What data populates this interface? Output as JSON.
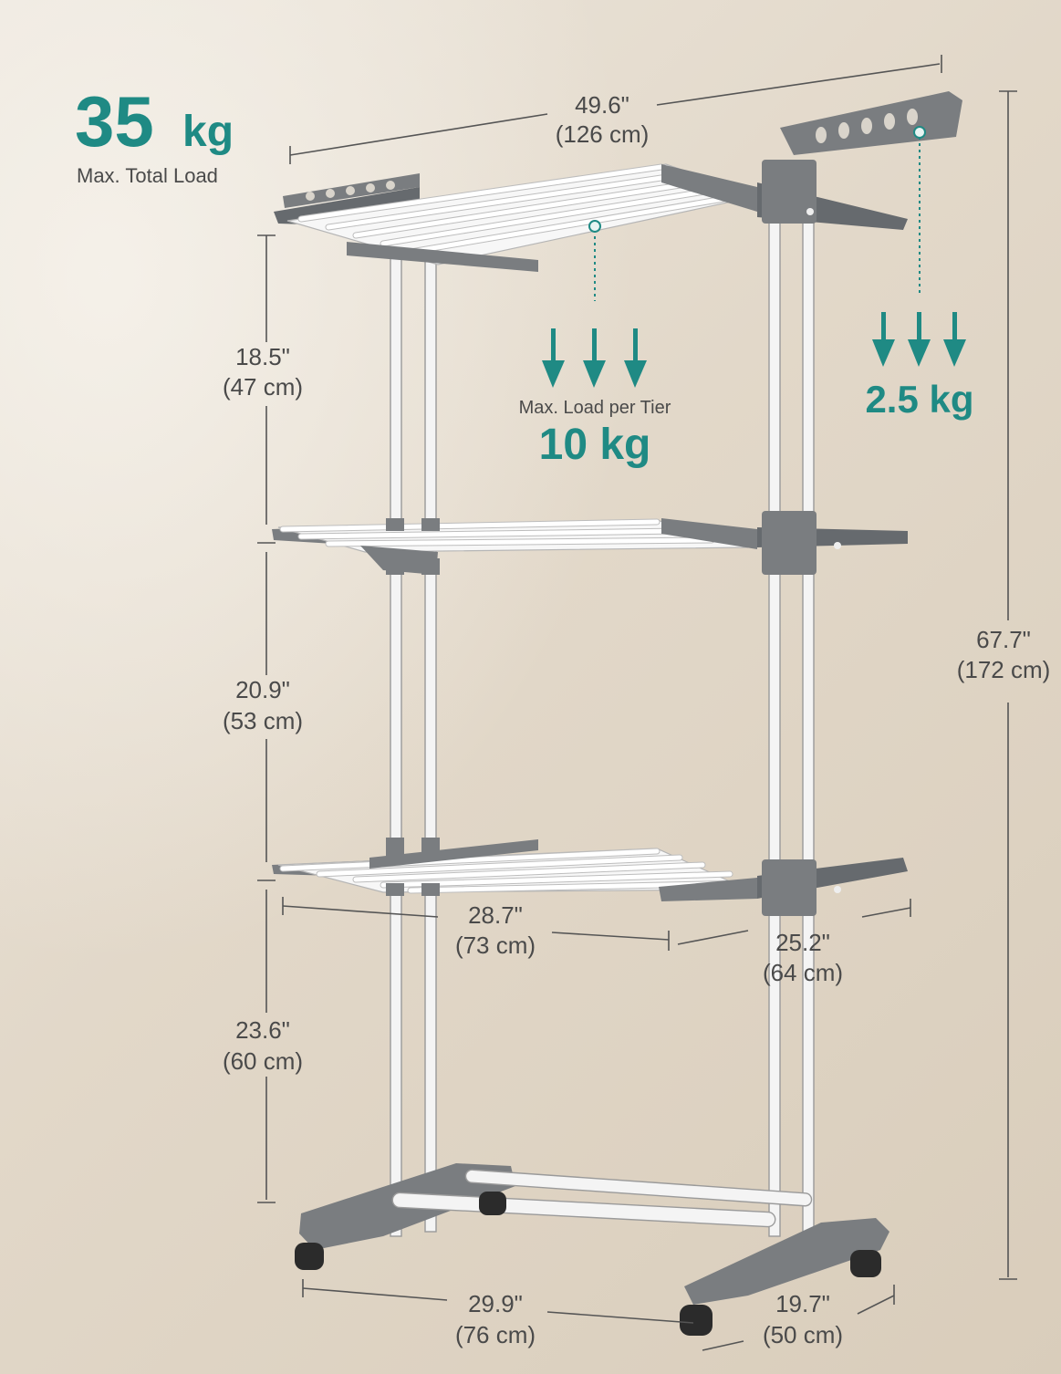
{
  "total_load": {
    "value": "35",
    "unit": "kg",
    "caption": "Max. Total Load"
  },
  "tier_load": {
    "caption": "Max. Load per Tier",
    "value": "10 kg"
  },
  "wing_load": {
    "value": "2.5 kg"
  },
  "dimensions": {
    "top_width": {
      "in": "49.6\"",
      "cm": "(126 cm)"
    },
    "tier1_height": {
      "in": "18.5\"",
      "cm": "(47 cm)"
    },
    "tier2_height": {
      "in": "20.9\"",
      "cm": "(53 cm)"
    },
    "tier3_height": {
      "in": "23.6\"",
      "cm": "(60 cm)"
    },
    "total_height": {
      "in": "67.7\"",
      "cm": "(172 cm)"
    },
    "shelf_length": {
      "in": "28.7\"",
      "cm": "(73 cm)"
    },
    "shelf_depth": {
      "in": "25.2\"",
      "cm": "(64 cm)"
    },
    "base_length": {
      "in": "29.9\"",
      "cm": "(76 cm)"
    },
    "base_depth": {
      "in": "19.7\"",
      "cm": "(50 cm)"
    }
  },
  "colors": {
    "accent": "#1f8a84",
    "frame": "#7a7d80",
    "text": "#4a4a4a"
  }
}
